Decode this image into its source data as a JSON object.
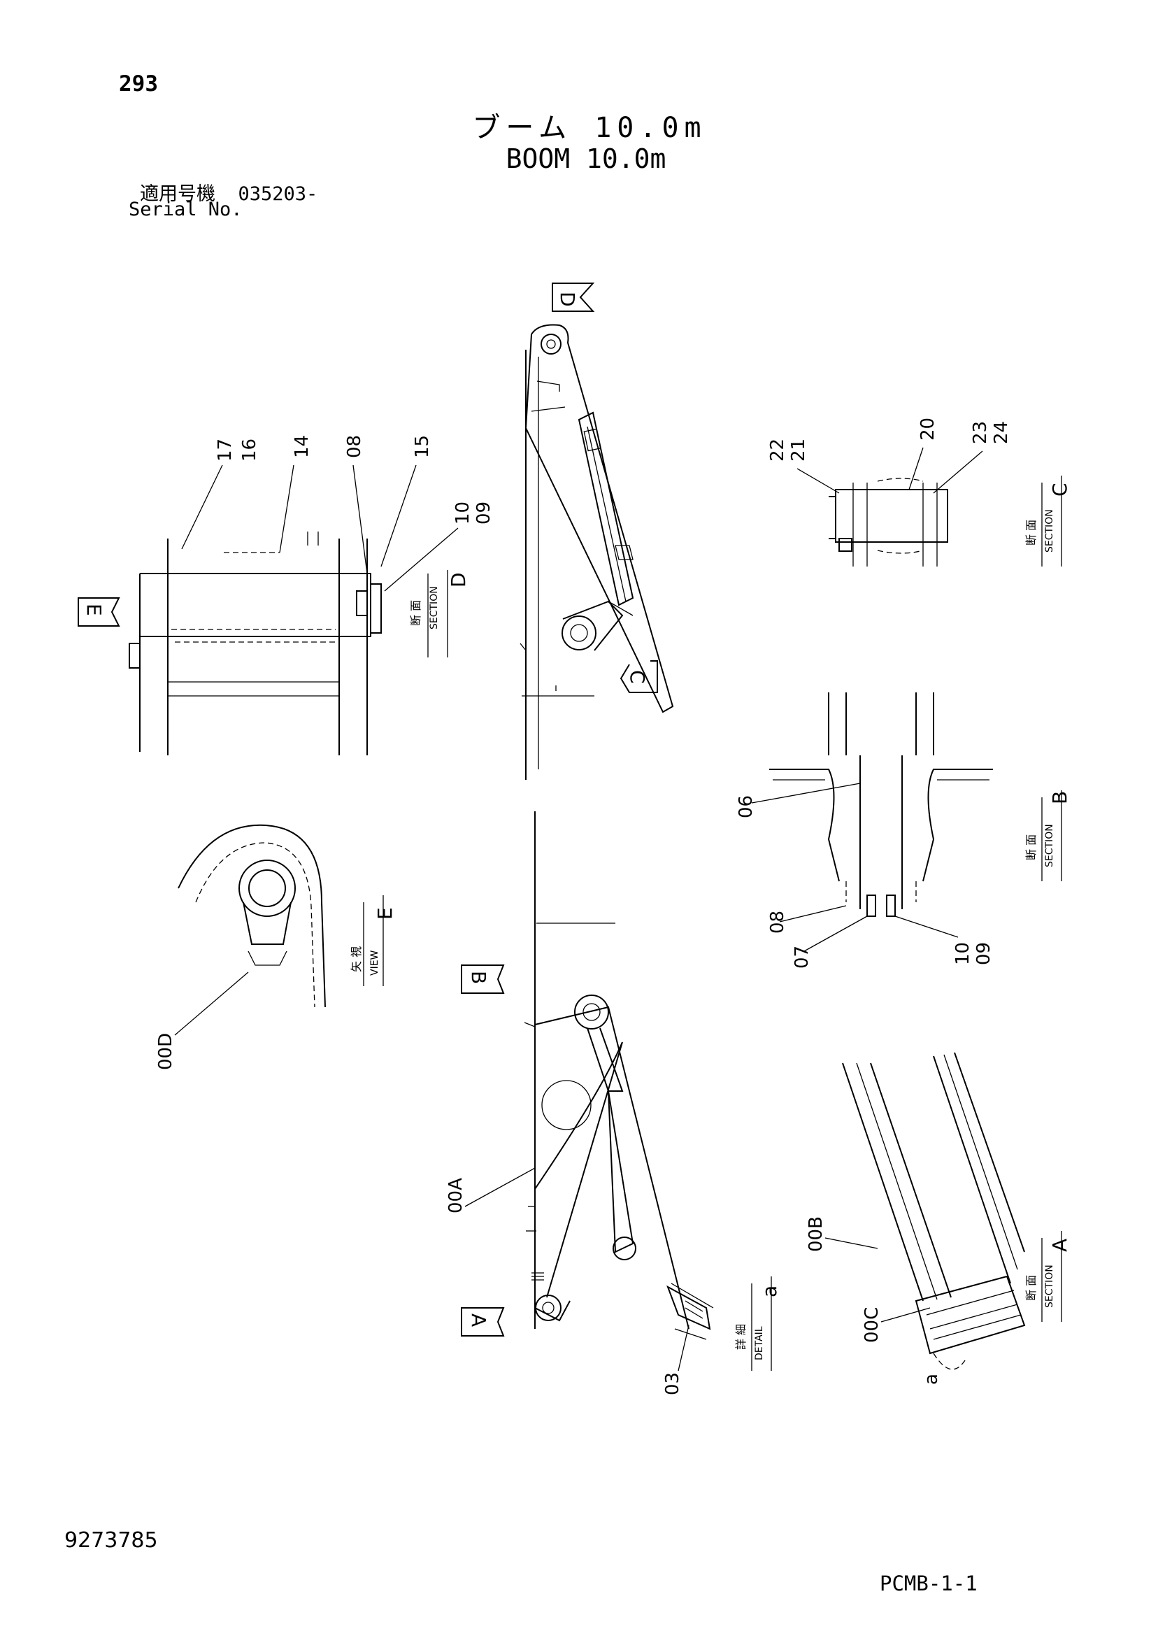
{
  "header": {
    "page_number": "293",
    "title_jp": "ブーム 10.0m",
    "title_en": "BOOM 10.0m",
    "serial_label_jp": "適用号機",
    "serial_value": "035203-",
    "serial_label_en": "Serial No."
  },
  "footer": {
    "document_number": "9273785",
    "sheet_code": "PCMB-1-1"
  },
  "views": {
    "view_e": {
      "letter": "E",
      "jp": "矢 視",
      "en": "VIEW"
    },
    "section_d": {
      "letter": "D",
      "jp": "断 面",
      "en": "SECTION"
    },
    "section_c": {
      "letter": "C",
      "jp": "断 面",
      "en": "SECTION"
    },
    "section_b": {
      "letter": "B",
      "jp": "断 面",
      "en": "SECTION"
    },
    "section_a": {
      "letter": "A",
      "jp": "断 面",
      "en": "SECTION"
    },
    "detail_a": {
      "letter": "a",
      "jp": "詳 細",
      "en": "DETAIL"
    }
  },
  "arrows": {
    "arrow_a": "A",
    "arrow_b": "B",
    "arrow_c": "C",
    "arrow_d": "D",
    "arrow_e": "E"
  },
  "callouts": {
    "c17": "17",
    "c16": "16",
    "c14": "14",
    "c08_top": "08",
    "c15": "15",
    "c10_top": "10",
    "c09_top": "09",
    "c22": "22",
    "c21": "21",
    "c20": "20",
    "c23": "23",
    "c24": "24",
    "c06": "06",
    "c08_mid": "08",
    "c07": "07",
    "c10_mid": "10",
    "c09_mid": "09",
    "c00D": "00D",
    "c00A": "00A",
    "c00B": "00B",
    "c00C": "00C",
    "c03": "03",
    "ca": "a"
  }
}
